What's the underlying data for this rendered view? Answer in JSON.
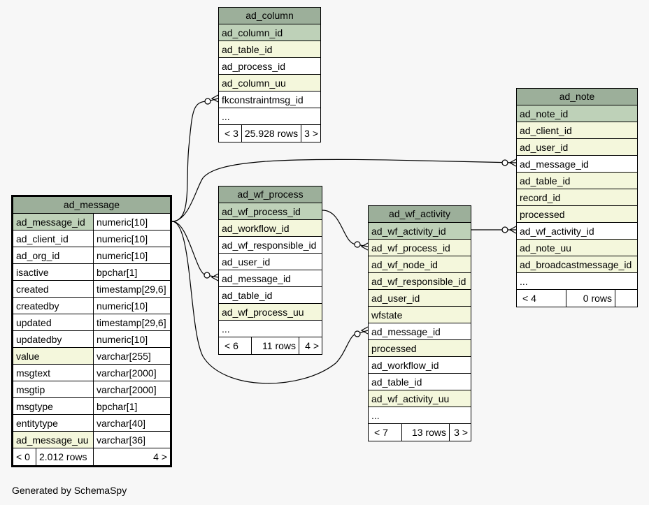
{
  "tables": {
    "ad_column": {
      "name": "ad_column",
      "rows": [
        "ad_column_id",
        "ad_table_id",
        "ad_process_id",
        "ad_column_uu",
        "fkconstraintmsg_id",
        "..."
      ],
      "footer": [
        "< 3",
        "25.928 rows",
        "3 >"
      ]
    },
    "ad_note": {
      "name": "ad_note",
      "rows": [
        "ad_note_id",
        "ad_client_id",
        "ad_user_id",
        "ad_message_id",
        "ad_table_id",
        "record_id",
        "processed",
        "ad_wf_activity_id",
        "ad_note_uu",
        "ad_broadcastmessage_id",
        "..."
      ],
      "footer": [
        "< 4",
        "0 rows",
        ""
      ]
    },
    "ad_wf_process": {
      "name": "ad_wf_process",
      "rows": [
        "ad_wf_process_id",
        "ad_workflow_id",
        "ad_wf_responsible_id",
        "ad_user_id",
        "ad_message_id",
        "ad_table_id",
        "ad_wf_process_uu",
        "..."
      ],
      "footer": [
        "< 6",
        "11 rows",
        "4 >"
      ]
    },
    "ad_wf_activity": {
      "name": "ad_wf_activity",
      "rows": [
        "ad_wf_activity_id",
        "ad_wf_process_id",
        "ad_wf_node_id",
        "ad_wf_responsible_id",
        "ad_user_id",
        "wfstate",
        "ad_message_id",
        "processed",
        "ad_workflow_id",
        "ad_table_id",
        "ad_wf_activity_uu",
        "..."
      ],
      "footer": [
        "< 7",
        "13 rows",
        "3 >"
      ]
    },
    "ad_message": {
      "name": "ad_message",
      "rows": [
        [
          "ad_message_id",
          "numeric[10]"
        ],
        [
          "ad_client_id",
          "numeric[10]"
        ],
        [
          "ad_org_id",
          "numeric[10]"
        ],
        [
          "isactive",
          "bpchar[1]"
        ],
        [
          "created",
          "timestamp[29,6]"
        ],
        [
          "createdby",
          "numeric[10]"
        ],
        [
          "updated",
          "timestamp[29,6]"
        ],
        [
          "updatedby",
          "numeric[10]"
        ],
        [
          "value",
          "varchar[255]"
        ],
        [
          "msgtext",
          "varchar[2000]"
        ],
        [
          "msgtip",
          "varchar[2000]"
        ],
        [
          "msgtype",
          "bpchar[1]"
        ],
        [
          "entitytype",
          "varchar[40]"
        ],
        [
          "ad_message_uu",
          "varchar[36]"
        ]
      ],
      "footer": [
        "< 0",
        "2.012 rows",
        "4 >"
      ]
    }
  },
  "colors": {
    "background": "#f7f7f7",
    "header": "#9caf9a",
    "primary_key": "#bed1b8",
    "indexed": "#f4f7dc",
    "plain": "#ffffff"
  },
  "generated_by": "Generated by SchemaSpy"
}
